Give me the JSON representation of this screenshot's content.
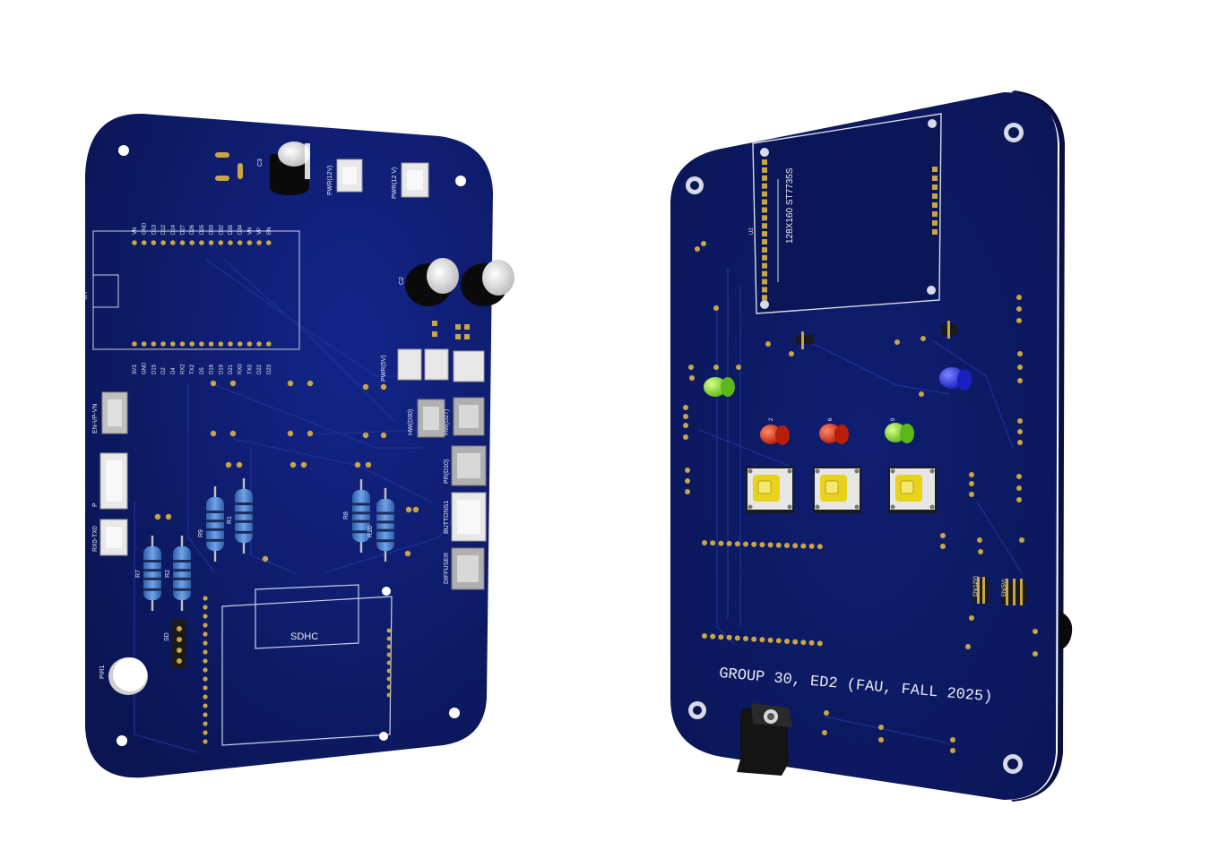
{
  "front_board": {
    "pin_top": [
      "VN",
      "GND",
      "D13",
      "D12",
      "D14",
      "D27",
      "D26",
      "D25",
      "D33",
      "D32",
      "D35",
      "D34",
      "VN",
      "VP",
      "EN"
    ],
    "pin_bottom": [
      "3V3",
      "GND",
      "D15",
      "D2",
      "D4",
      "RX2",
      "TX2",
      "D5",
      "D18",
      "D19",
      "D21",
      "RX0",
      "TX0",
      "D22",
      "D23"
    ],
    "u1": "U1",
    "c3": "C3",
    "c2": "C2",
    "pwr12v_a": "PWR(12V)",
    "pwr12v_b": "PWR(12 V)",
    "pwr5v": "PWR(5V)",
    "hw": "HW(D30)",
    "hw2": "HW(D27)",
    "pr": "PR(D10)",
    "buttons": "BUTTONS1",
    "diffuser": "DIFFUSER",
    "en_vp_vn": "EN-VP-VN",
    "p": "P",
    "rx0_tx0": "RX0-TX0",
    "r1": "R1",
    "r2": "R2",
    "r7": "R7",
    "r8": "R8",
    "r9": "R9",
    "r10": "R10",
    "sdhc": "SDHC",
    "sd": "SD",
    "pir1": "PIR1"
  },
  "back_board": {
    "display": "128X160 ST7735S",
    "u2": "U2",
    "credit": "GROUP 30, ED2 (FAU, FALL 2025)",
    "led_labels": [
      "2",
      "6",
      "9"
    ],
    "j12v": "EN(12V)",
    "j5v": "EN(5V)"
  },
  "colors": {
    "pcb": "#0e1a5c",
    "silk": "#e8ecf4",
    "pad": "#c9a544",
    "resistor": "#4a7fc8",
    "led_red": "#d42a10",
    "led_green": "#7cd62a",
    "led_blue": "#2a32e0",
    "button_cap": "#e8d21a"
  }
}
